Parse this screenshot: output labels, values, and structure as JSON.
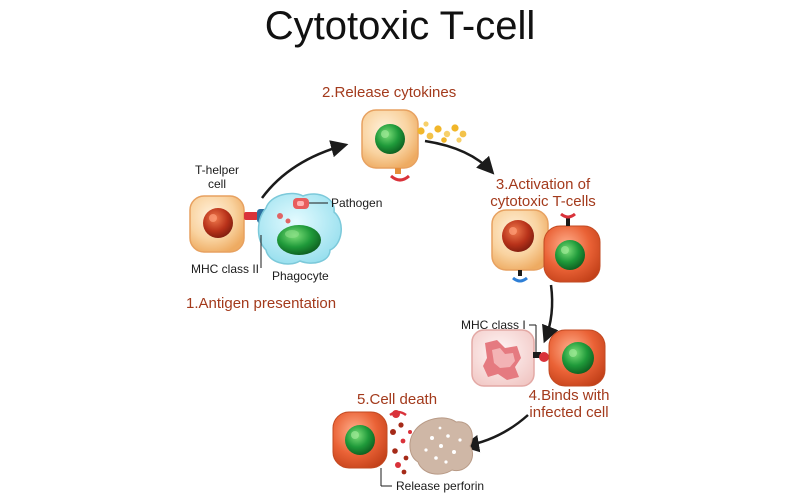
{
  "title": "Cytotoxic T-cell",
  "steps": {
    "step1": "1.Antigen presentation",
    "step2": "2.Release cytokines",
    "step3_line1": "3.Activation of",
    "step3_line2": "cytotoxic T-cells",
    "step4_line1": "4.Binds with",
    "step4_line2": "infected cell",
    "step5": "5.Cell death"
  },
  "labels": {
    "t_helper_line1": "T-helper",
    "t_helper_line2": "cell",
    "pathogen": "Pathogen",
    "mhc_class_ii": "MHC class II",
    "phagocyte": "Phagocyte",
    "mhc_class_i": "MHC class I",
    "release_perforin": "Release perforin"
  },
  "colors": {
    "title": "#111111",
    "step_text": "#a33a1c",
    "helper_cell": "#f7c98d",
    "helper_nucleus": "#b3321a",
    "tcell_body": "#e8623a",
    "tcell_nucleus": "#1f9a3a",
    "phagocyte": "#a6e7f2",
    "cytokine": "#f1b62a"
  }
}
